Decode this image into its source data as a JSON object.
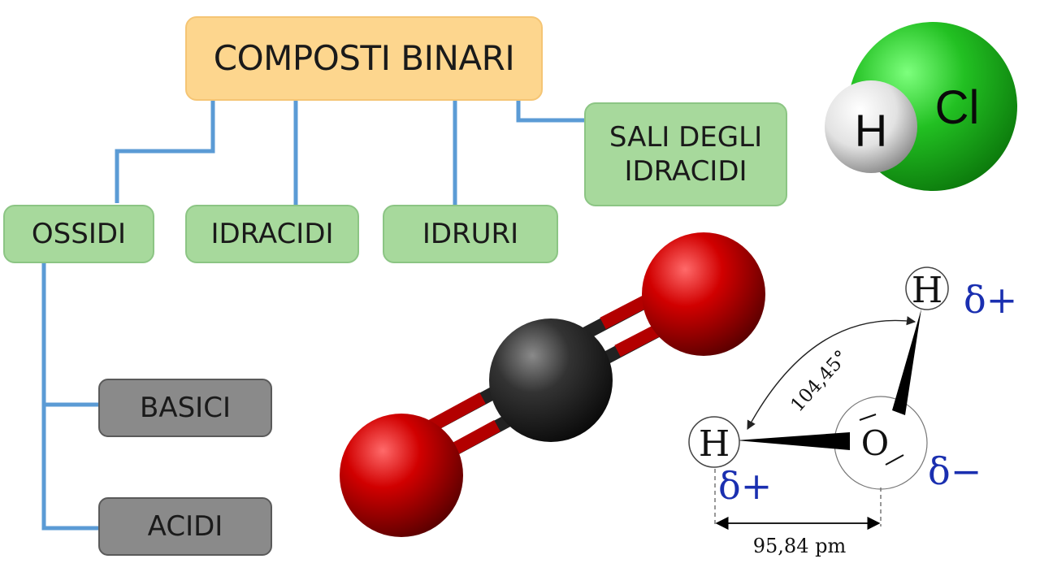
{
  "diagram": {
    "root": "COMPOSTI BINARI",
    "categories": {
      "ossidi": "OSSIDI",
      "idracidi": "IDRACIDI",
      "idruri": "IDRURI",
      "sali_line1": "SALI DEGLI",
      "sali_line2": "IDRACIDI"
    },
    "ossidi_types": {
      "basici": "BASICI",
      "acidi": "ACIDI"
    },
    "connector_color": "#5b9bd5"
  },
  "hcl": {
    "h_label": "H",
    "cl_label": "Cl",
    "h_color": "#e6e6e6",
    "cl_color": "#22c022"
  },
  "co2": {
    "carbon_color": "#2a2a2a",
    "oxygen_color": "#d10000"
  },
  "water": {
    "h_top": "H",
    "h_left": "H",
    "o": "O",
    "delta_top": "δ+",
    "delta_left": "δ+",
    "delta_o": "δ−",
    "angle": "104,45°",
    "bond_length": "95,84 pm",
    "delta_color": "#1a2fb0"
  }
}
